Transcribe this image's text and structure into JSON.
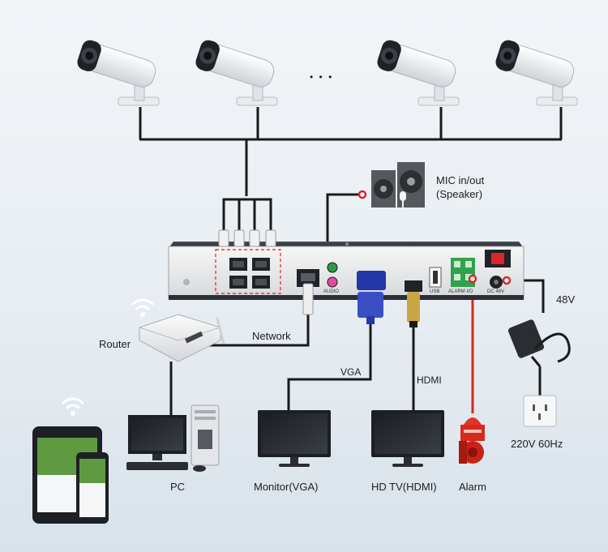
{
  "labels": {
    "mic_line1": "MIC in/out",
    "mic_line2": "(Speaker)",
    "network": "Network",
    "router": "Router",
    "vga": "VGA",
    "hdmi": "HDMI",
    "power_48v": "48V",
    "power_220v": "220V 60Hz",
    "pc": "PC",
    "monitor": "Monitor(VGA)",
    "hdtv": "HD TV(HDMI)",
    "alarm": "Alarm"
  },
  "nvr_port_labels": {
    "audio": "AUDIO",
    "usb": "USB",
    "alarm_io": "ALARM I/O",
    "dc": "DC 48V"
  },
  "ellipsis": "• • •",
  "colors": {
    "cable": "#1a1a1a",
    "connector": "#d8272b",
    "nvr": "#2b2e33",
    "vga_blue": "#2436a8",
    "hdmi_gold": "#c9a645",
    "alarm_red": "#d62a1e",
    "poe_highlight": "#e04030"
  }
}
